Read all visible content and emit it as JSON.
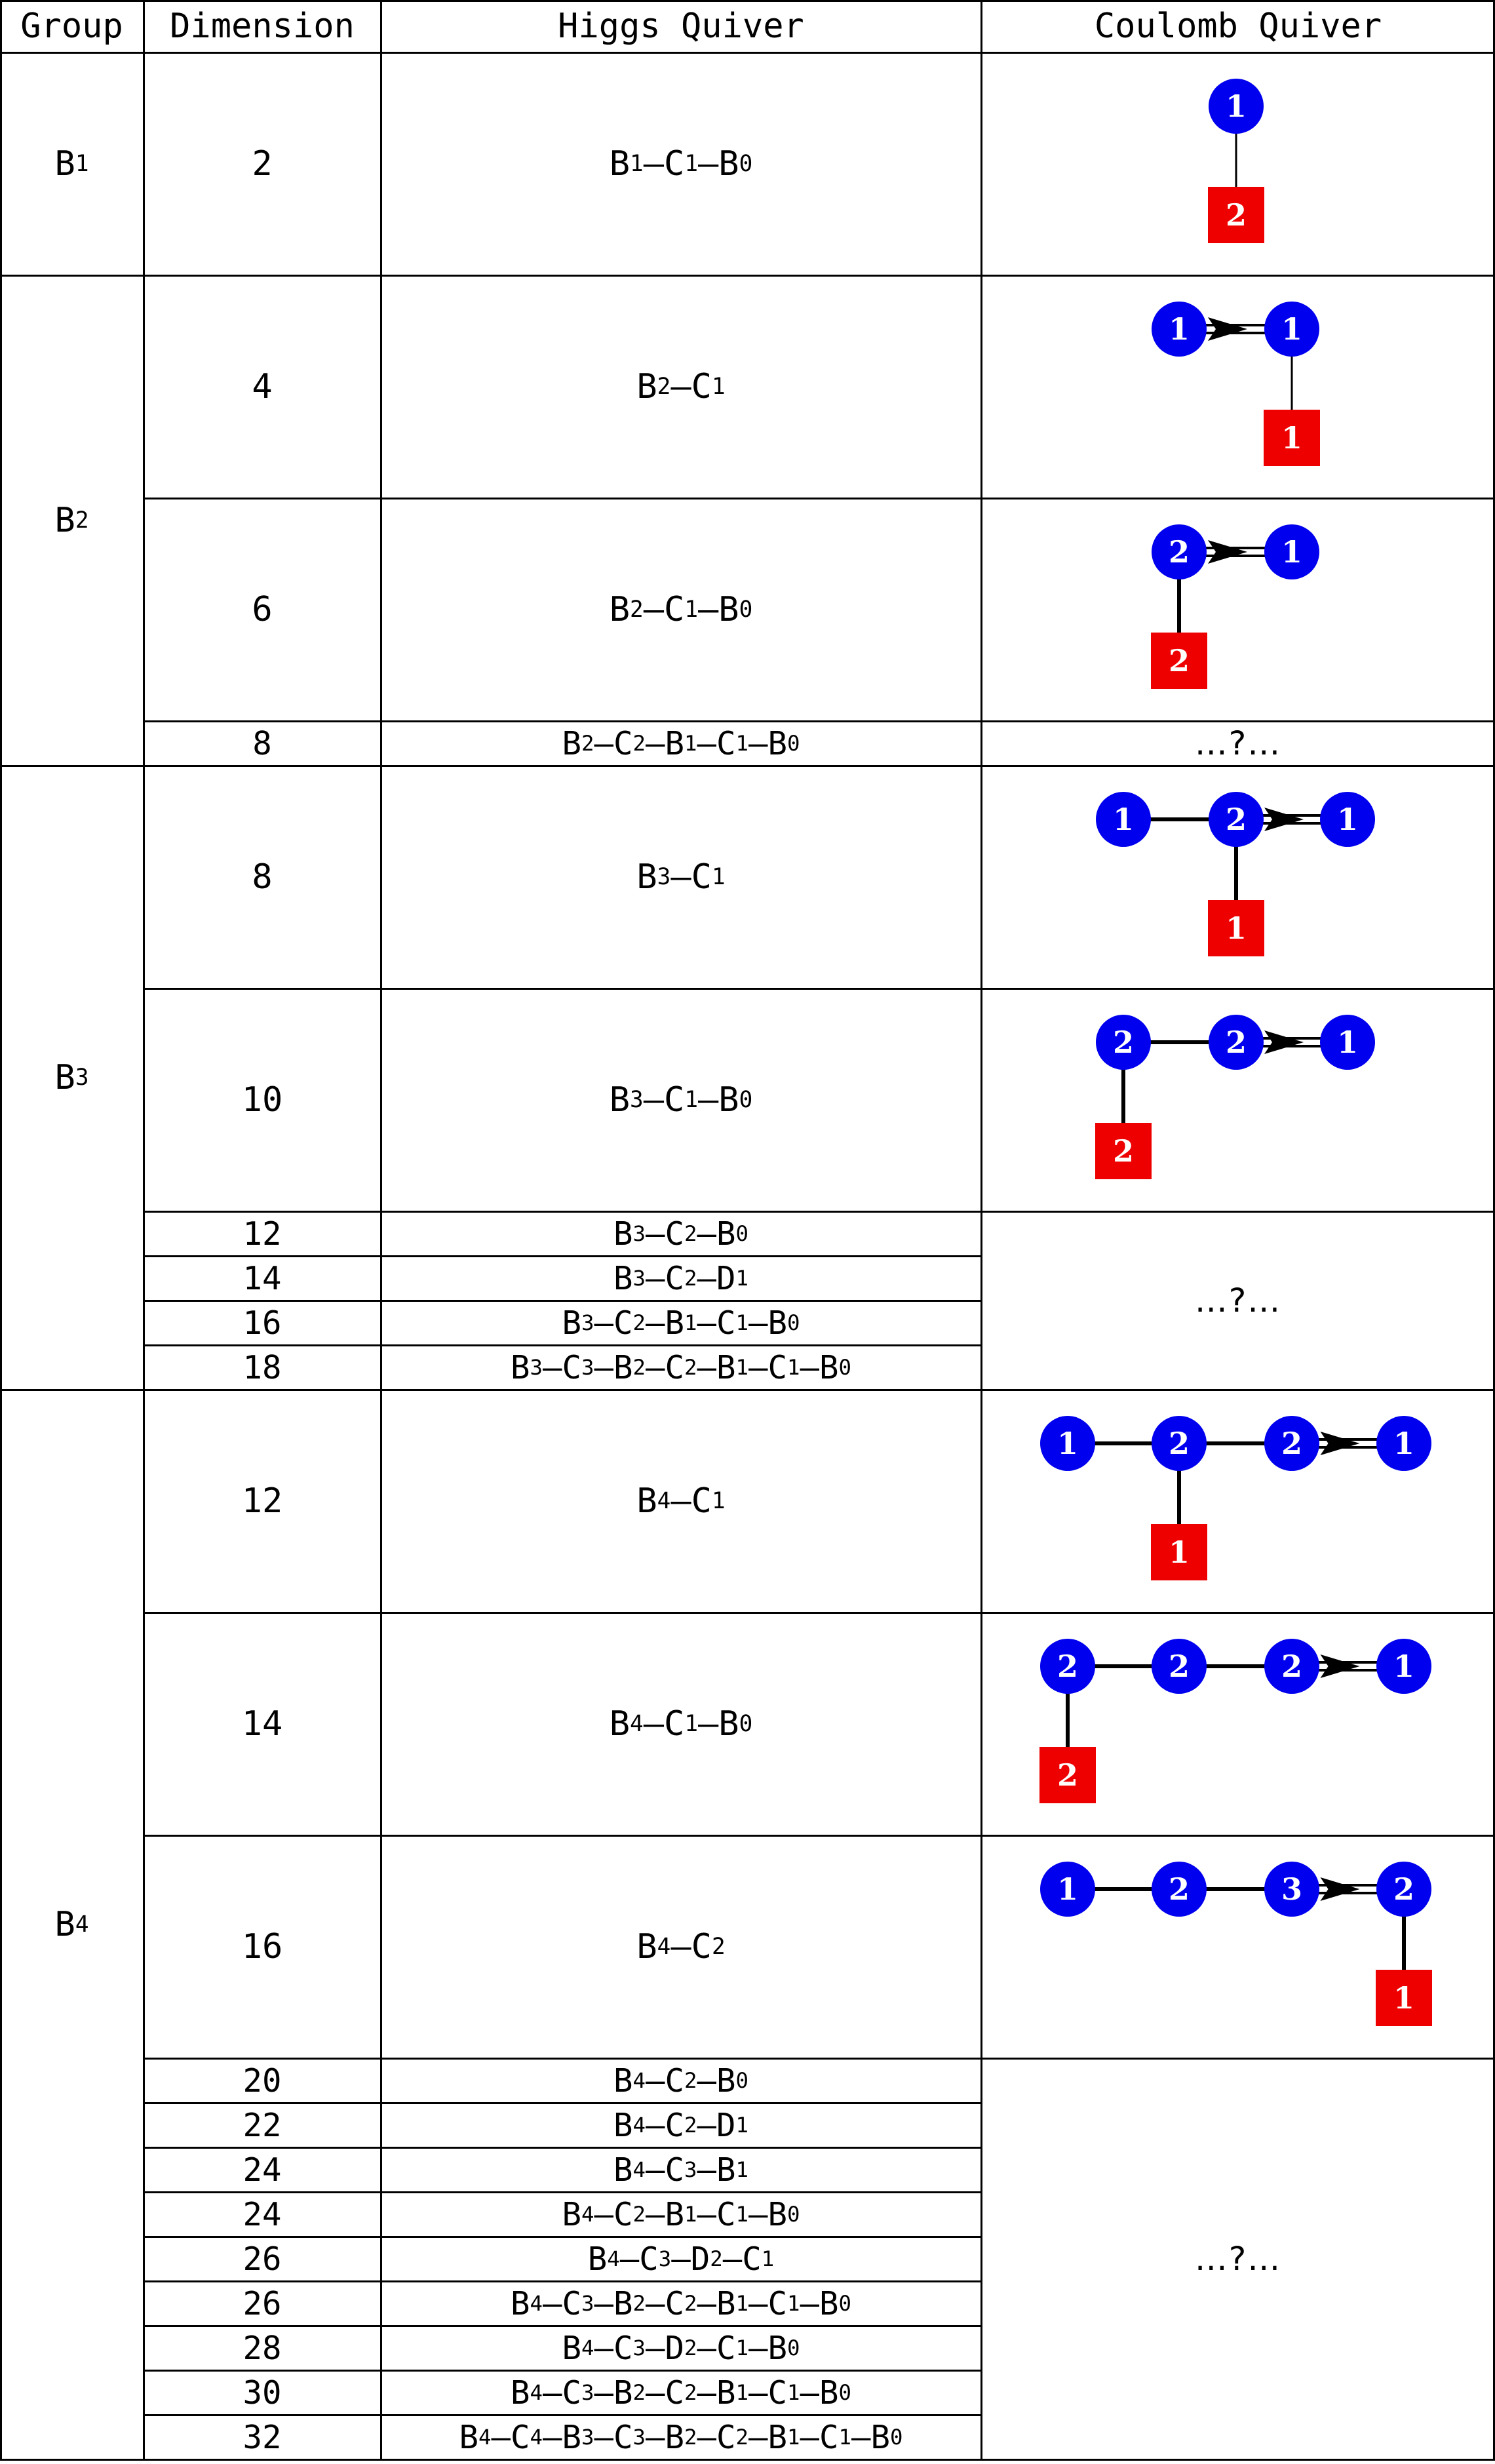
{
  "headers": [
    "Group",
    "Dimension",
    "Higgs Quiver",
    "Coulomb Quiver"
  ],
  "unknown_label": "…?…",
  "groups": [
    {
      "name": "B",
      "index": "1"
    },
    {
      "name": "B",
      "index": "2"
    },
    {
      "name": "B",
      "index": "3"
    },
    {
      "name": "B",
      "index": "4"
    }
  ],
  "rows": [
    {
      "group": 0,
      "dimension": "2",
      "higgs": [
        [
          "B",
          "1"
        ],
        [
          "C",
          "1"
        ],
        [
          "B",
          "0"
        ]
      ],
      "coulomb": 0
    },
    {
      "group": 1,
      "dimension": "4",
      "higgs": [
        [
          "B",
          "2"
        ],
        [
          "C",
          "1"
        ]
      ],
      "coulomb": 1
    },
    {
      "group": 1,
      "dimension": "6",
      "higgs": [
        [
          "B",
          "2"
        ],
        [
          "C",
          "1"
        ],
        [
          "B",
          "0"
        ]
      ],
      "coulomb": 2
    },
    {
      "group": 1,
      "dimension": "8",
      "higgs": [
        [
          "B",
          "2"
        ],
        [
          "C",
          "2"
        ],
        [
          "B",
          "1"
        ],
        [
          "C",
          "1"
        ],
        [
          "B",
          "0"
        ]
      ],
      "coulomb": null
    },
    {
      "group": 2,
      "dimension": "8",
      "higgs": [
        [
          "B",
          "3"
        ],
        [
          "C",
          "1"
        ]
      ],
      "coulomb": 3
    },
    {
      "group": 2,
      "dimension": "10",
      "higgs": [
        [
          "B",
          "3"
        ],
        [
          "C",
          "1"
        ],
        [
          "B",
          "0"
        ]
      ],
      "coulomb": 4
    },
    {
      "group": 2,
      "dimension": "12",
      "higgs": [
        [
          "B",
          "3"
        ],
        [
          "C",
          "2"
        ],
        [
          "B",
          "0"
        ]
      ],
      "coulomb": null
    },
    {
      "group": 2,
      "dimension": "14",
      "higgs": [
        [
          "B",
          "3"
        ],
        [
          "C",
          "2"
        ],
        [
          "D",
          "1"
        ]
      ],
      "coulomb": null
    },
    {
      "group": 2,
      "dimension": "16",
      "higgs": [
        [
          "B",
          "3"
        ],
        [
          "C",
          "2"
        ],
        [
          "B",
          "1"
        ],
        [
          "C",
          "1"
        ],
        [
          "B",
          "0"
        ]
      ],
      "coulomb": null
    },
    {
      "group": 2,
      "dimension": "18",
      "higgs": [
        [
          "B",
          "3"
        ],
        [
          "C",
          "3"
        ],
        [
          "B",
          "2"
        ],
        [
          "C",
          "2"
        ],
        [
          "B",
          "1"
        ],
        [
          "C",
          "1"
        ],
        [
          "B",
          "0"
        ]
      ],
      "coulomb": null
    },
    {
      "group": 3,
      "dimension": "12",
      "higgs": [
        [
          "B",
          "4"
        ],
        [
          "C",
          "1"
        ]
      ],
      "coulomb": 5
    },
    {
      "group": 3,
      "dimension": "14",
      "higgs": [
        [
          "B",
          "4"
        ],
        [
          "C",
          "1"
        ],
        [
          "B",
          "0"
        ]
      ],
      "coulomb": 6
    },
    {
      "group": 3,
      "dimension": "16",
      "higgs": [
        [
          "B",
          "4"
        ],
        [
          "C",
          "2"
        ]
      ],
      "coulomb": 7
    },
    {
      "group": 3,
      "dimension": "20",
      "higgs": [
        [
          "B",
          "4"
        ],
        [
          "C",
          "2"
        ],
        [
          "B",
          "0"
        ]
      ],
      "coulomb": null
    },
    {
      "group": 3,
      "dimension": "22",
      "higgs": [
        [
          "B",
          "4"
        ],
        [
          "C",
          "2"
        ],
        [
          "D",
          "1"
        ]
      ],
      "coulomb": null
    },
    {
      "group": 3,
      "dimension": "24",
      "higgs": [
        [
          "B",
          "4"
        ],
        [
          "C",
          "3"
        ],
        [
          "B",
          "1"
        ]
      ],
      "coulomb": null
    },
    {
      "group": 3,
      "dimension": "24",
      "higgs": [
        [
          "B",
          "4"
        ],
        [
          "C",
          "2"
        ],
        [
          "B",
          "1"
        ],
        [
          "C",
          "1"
        ],
        [
          "B",
          "0"
        ]
      ],
      "coulomb": null
    },
    {
      "group": 3,
      "dimension": "26",
      "higgs": [
        [
          "B",
          "4"
        ],
        [
          "C",
          "3"
        ],
        [
          "D",
          "2"
        ],
        [
          "C",
          "1"
        ]
      ],
      "coulomb": null
    },
    {
      "group": 3,
      "dimension": "26",
      "higgs": [
        [
          "B",
          "4"
        ],
        [
          "C",
          "3"
        ],
        [
          "B",
          "2"
        ],
        [
          "C",
          "2"
        ],
        [
          "B",
          "1"
        ],
        [
          "C",
          "1"
        ],
        [
          "B",
          "0"
        ]
      ],
      "coulomb": null
    },
    {
      "group": 3,
      "dimension": "28",
      "higgs": [
        [
          "B",
          "4"
        ],
        [
          "C",
          "3"
        ],
        [
          "D",
          "2"
        ],
        [
          "C",
          "1"
        ],
        [
          "B",
          "0"
        ]
      ],
      "coulomb": null
    },
    {
      "group": 3,
      "dimension": "30",
      "higgs": [
        [
          "B",
          "4"
        ],
        [
          "C",
          "3"
        ],
        [
          "B",
          "2"
        ],
        [
          "C",
          "2"
        ],
        [
          "B",
          "1"
        ],
        [
          "C",
          "1"
        ],
        [
          "B",
          "0"
        ]
      ],
      "coulomb": null
    },
    {
      "group": 3,
      "dimension": "32",
      "higgs": [
        [
          "B",
          "4"
        ],
        [
          "C",
          "4"
        ],
        [
          "B",
          "3"
        ],
        [
          "C",
          "3"
        ],
        [
          "B",
          "2"
        ],
        [
          "C",
          "2"
        ],
        [
          "B",
          "1"
        ],
        [
          "C",
          "1"
        ],
        [
          "B",
          "0"
        ]
      ],
      "coulomb": null
    }
  ],
  "coulomb_quivers": [
    {
      "nodes": [
        {
          "v": "1",
          "kind": "gauge"
        },
        {
          "v": "2",
          "kind": "flavor"
        }
      ],
      "edges": [
        [
          0,
          1,
          "single"
        ]
      ]
    },
    {
      "nodes": [
        {
          "v": "1",
          "kind": "gauge"
        },
        {
          "v": "1",
          "kind": "gauge"
        },
        {
          "v": "1",
          "kind": "flavor"
        }
      ],
      "edges": [
        [
          0,
          1,
          "double-arrow"
        ],
        [
          1,
          2,
          "single"
        ]
      ]
    },
    {
      "nodes": [
        {
          "v": "2",
          "kind": "gauge"
        },
        {
          "v": "1",
          "kind": "gauge"
        },
        {
          "v": "2",
          "kind": "flavor"
        }
      ],
      "edges": [
        [
          0,
          1,
          "double-arrow"
        ],
        [
          0,
          2,
          "single"
        ]
      ]
    },
    {
      "nodes": [
        {
          "v": "1",
          "kind": "gauge"
        },
        {
          "v": "2",
          "kind": "gauge"
        },
        {
          "v": "1",
          "kind": "gauge"
        },
        {
          "v": "1",
          "kind": "flavor"
        }
      ],
      "edges": [
        [
          0,
          1,
          "single"
        ],
        [
          1,
          2,
          "double-arrow"
        ],
        [
          1,
          3,
          "single"
        ]
      ]
    },
    {
      "nodes": [
        {
          "v": "2",
          "kind": "gauge"
        },
        {
          "v": "2",
          "kind": "gauge"
        },
        {
          "v": "1",
          "kind": "gauge"
        },
        {
          "v": "2",
          "kind": "flavor"
        }
      ],
      "edges": [
        [
          0,
          1,
          "single"
        ],
        [
          1,
          2,
          "double-arrow"
        ],
        [
          0,
          3,
          "single"
        ]
      ]
    },
    {
      "nodes": [
        {
          "v": "1",
          "kind": "gauge"
        },
        {
          "v": "2",
          "kind": "gauge"
        },
        {
          "v": "2",
          "kind": "gauge"
        },
        {
          "v": "1",
          "kind": "gauge"
        },
        {
          "v": "1",
          "kind": "flavor"
        }
      ],
      "edges": [
        [
          0,
          1,
          "single"
        ],
        [
          1,
          2,
          "single"
        ],
        [
          2,
          3,
          "double-arrow"
        ],
        [
          1,
          4,
          "single"
        ]
      ]
    },
    {
      "nodes": [
        {
          "v": "2",
          "kind": "gauge"
        },
        {
          "v": "2",
          "kind": "gauge"
        },
        {
          "v": "2",
          "kind": "gauge"
        },
        {
          "v": "1",
          "kind": "gauge"
        },
        {
          "v": "2",
          "kind": "flavor"
        }
      ],
      "edges": [
        [
          0,
          1,
          "single"
        ],
        [
          1,
          2,
          "single"
        ],
        [
          2,
          3,
          "double-arrow"
        ],
        [
          0,
          4,
          "single"
        ]
      ]
    },
    {
      "nodes": [
        {
          "v": "1",
          "kind": "gauge"
        },
        {
          "v": "2",
          "kind": "gauge"
        },
        {
          "v": "3",
          "kind": "gauge"
        },
        {
          "v": "2",
          "kind": "gauge"
        },
        {
          "v": "1",
          "kind": "flavor"
        }
      ],
      "edges": [
        [
          0,
          1,
          "single"
        ],
        [
          1,
          2,
          "single"
        ],
        [
          2,
          3,
          "double-arrow"
        ],
        [
          3,
          4,
          "single"
        ]
      ]
    }
  ],
  "colors": {
    "gauge": "#0000ee",
    "flavor": "#ee0000",
    "grid": "#000000"
  }
}
